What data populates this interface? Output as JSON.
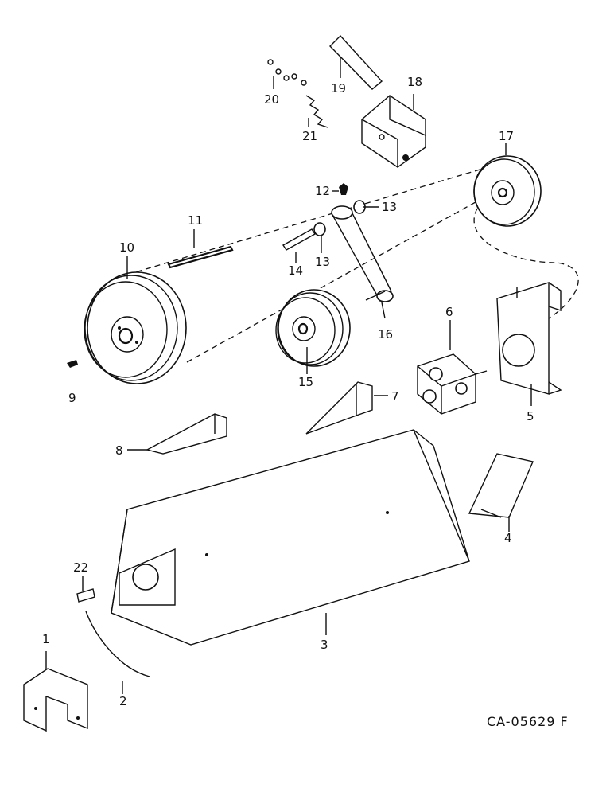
{
  "diagram": {
    "code": "CA-05629 F",
    "callouts": {
      "c1": "1",
      "c2": "2",
      "c3": "3",
      "c4": "4",
      "c5": "5",
      "c6": "6",
      "c7": "7",
      "c8": "8",
      "c9": "9",
      "c10": "10",
      "c11": "11",
      "c12": "12",
      "c13a": "13",
      "c13b": "13",
      "c14": "14",
      "c15": "15",
      "c16": "16",
      "c17": "17",
      "c18": "18",
      "c19": "19",
      "c20": "20",
      "c21": "21",
      "c22": "22"
    }
  }
}
